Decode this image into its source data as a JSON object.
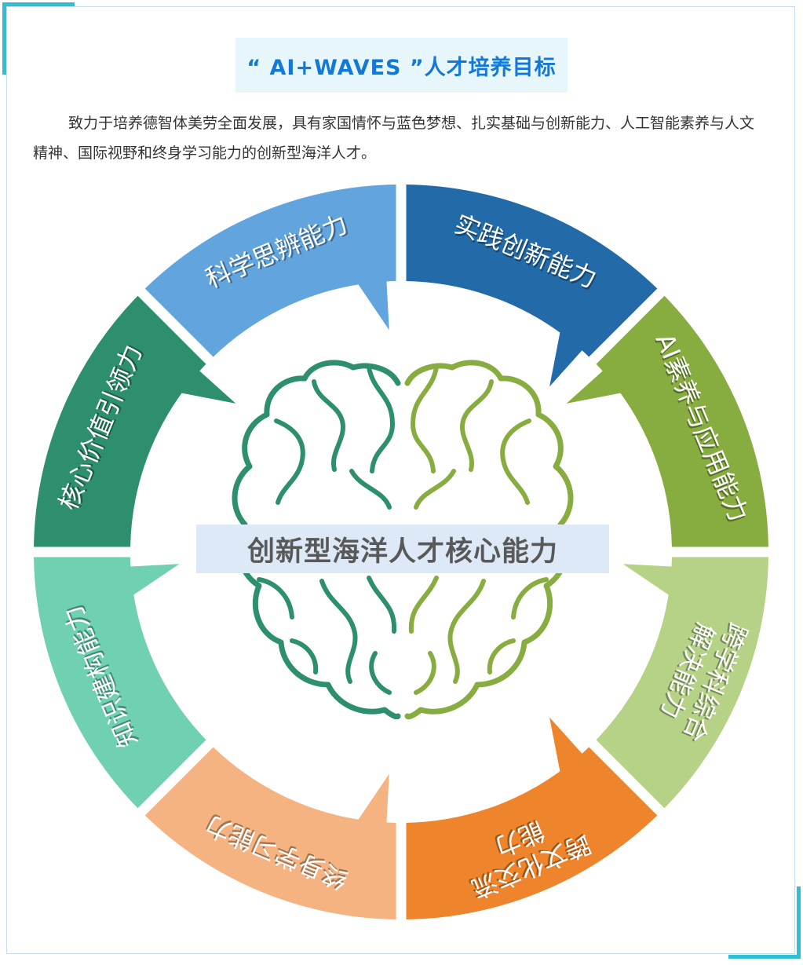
{
  "title": "“ AI+WAVES ”人才培养目标",
  "intro": "致力于培养德智体美劳全面发展，具有家国情怀与蓝色梦想、扎实基础与创新能力、人工智能素养与人文精神、国际视野和终身学习能力的创新型海洋人才。",
  "center_label": "创新型海洋人才核心能力",
  "icons": {
    "brain": "brain-icon"
  },
  "segments": [
    {
      "lines": [
        "实践创新能力"
      ],
      "color": "#236aa8"
    },
    {
      "lines": [
        "AI素养与应用能力"
      ],
      "color": "#87ac3f"
    },
    {
      "lines": [
        "跨学科综合",
        "解决能力"
      ],
      "color": "#b5d287"
    },
    {
      "lines": [
        "跨文化交流",
        "能力"
      ],
      "color": "#ee842b"
    },
    {
      "lines": [
        "终身学习能力"
      ],
      "color": "#f5b381"
    },
    {
      "lines": [
        "知识建构能力"
      ],
      "color": "#6fd0b2"
    },
    {
      "lines": [
        "核心价值引领力"
      ],
      "color": "#2d8f6d"
    },
    {
      "lines": [
        "科学思辨能力"
      ],
      "color": "#62a4de"
    }
  ],
  "brain_colors": {
    "left": "#2d8f6d",
    "right": "#87ac3f"
  }
}
